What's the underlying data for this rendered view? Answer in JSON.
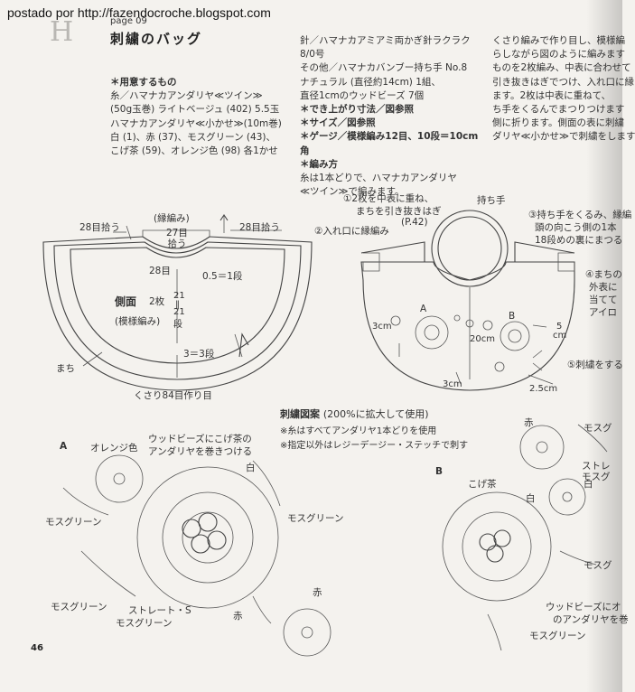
{
  "credit": "postado por http://fazendocroche.blogspot.com",
  "page_label": "page 09",
  "title": "刺繍のバッグ",
  "col1": [
    {
      "text": "＊用意するもの",
      "head": true
    },
    {
      "text": "糸／ハマナカアンダリヤ≪ツイン≫",
      "head": false
    },
    {
      "text": "(50g玉巻) ライトベージュ (402) 5.5玉",
      "head": false
    },
    {
      "text": "ハマナカアンダリヤ≪小かせ≫(10m巻)",
      "head": false
    },
    {
      "text": "白 (1)、赤 (37)、モスグリーン (43)、",
      "head": false
    },
    {
      "text": "こげ茶 (59)、オレンジ色 (98) 各1かせ",
      "head": false
    }
  ],
  "col2": [
    {
      "text": "針／ハマナカアミアミ両かぎ針ラクラク8/0号",
      "head": false
    },
    {
      "text": "その他／ハマナカバンブー持ち手 No.8",
      "head": false
    },
    {
      "text": "ナチュラル (直径約14cm) 1組、",
      "head": false
    },
    {
      "text": "直径1cmのウッドビーズ 7個",
      "head": false
    },
    {
      "text": "＊でき上がり寸法／図参照",
      "head": true
    },
    {
      "text": "＊サイズ／図参照",
      "head": true
    },
    {
      "text": "＊ゲージ／模様編み12目、10段＝10cm角",
      "head": true
    },
    {
      "text": "＊編み方",
      "head": true
    },
    {
      "text": "糸は1本どりで、ハマナカアンダリヤ",
      "head": false
    },
    {
      "text": "≪ツイン≫で編みます。",
      "head": false
    }
  ],
  "col3": [
    "くさり編みで作り目し、模様編",
    "らしながら図のように編みます",
    "ものを2枚編み、中表に合わせて",
    "引き抜きはぎでつけ、入れ口に縁",
    "ます。2枚は中表に重ねて、",
    "ち手をくるんでまつりつけます",
    "側に折ります。側面の表に刺繍",
    "ダリヤ≪小かせ≫で刺繍をします"
  ],
  "left_diagram": {
    "edge_label": "(縁編み)",
    "pick_left": "28目拾う",
    "pick_right": "28目拾う",
    "pick_center": "27目\n拾う",
    "count_28": "28目",
    "row_half": "0.5＝1段",
    "side_title": "側面",
    "two_pieces": "2枚",
    "pattern": "(模様編み)",
    "rows_a": "21",
    "rows_eq": "‖",
    "rows_b": "21",
    "rows_unit": "段",
    "row_three": "3＝3段",
    "gusset": "まち",
    "chain": "くさり84目作り目"
  },
  "right_diagram": {
    "step1a": "①2枚を中表に重ね、",
    "step1b": "まちを引き抜きはぎ",
    "step1c": "(P.42)",
    "step2": "②入れ口に縁編み",
    "handle": "持ち手",
    "step3a": "③持ち手をくるみ、縁編",
    "step3b": "頭の向こう側の1本",
    "step3c": "18段めの裏にまつる",
    "step4a": "④まちの",
    "step4b": "外表に",
    "step4c": "当てて",
    "step4d": "アイロ",
    "label_a": "A",
    "label_b": "B",
    "dim_3cm": "3cm",
    "dim_20cm": "20cm",
    "dim_5cm": "5",
    "dim_cm": "cm",
    "step5": "⑤刺繍をする",
    "dim_3cm_b": "3cm",
    "dim_25cm": "2.5cm"
  },
  "embroidery": {
    "title": "刺繍図案",
    "title_note": "(200%に拡大して使用)",
    "note1": "※糸はすべてアンダリヤ1本どりを使用",
    "note2": "※指定以外はレジーデージー・ステッチで刺す",
    "a": {
      "label": "A",
      "orange": "オレンジ色",
      "beads_1": "ウッドビーズにこげ茶の",
      "beads_2": "アンダリヤを巻きつける",
      "white": "白",
      "moss1": "モスグリーン",
      "moss2": "モスグリーン",
      "moss3": "モスグリーン",
      "straight_1": "ストレート・S",
      "straight_2": "モスグリーン",
      "red1": "赤",
      "red2": "赤"
    },
    "b": {
      "label": "B",
      "brown": "こげ茶",
      "white1": "白",
      "white2": "白",
      "red": "赤",
      "moss1": "モスグ",
      "straight_1": "ストレ",
      "straight_2": "モスグ",
      "moss2": "モスグ",
      "beads_1": "ウッドビーズにオ",
      "beads_2": "のアンダリヤを巻",
      "moss3": "モスグリーン"
    }
  },
  "page_number": "46"
}
